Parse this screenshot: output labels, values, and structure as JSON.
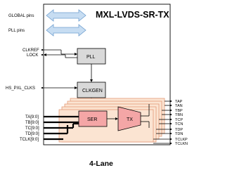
{
  "title": "MXL-LVDS-SR-TX",
  "caption": "4-Lane",
  "pins_left": {
    "global": "GLOBAL pins",
    "pll": "PLL pins",
    "clkref": "CLKREF",
    "lock": "LOCK",
    "hs_pxl_clks": "HS_PXL_CLKS"
  },
  "blocks": {
    "pll": "PLL",
    "clkgen": "CLKGEN",
    "ser": "SER",
    "tx": "TX"
  },
  "data_inputs": [
    "TA[9:0]",
    "TB[9:0]",
    "TC[9:0]",
    "TD[9:0]",
    "TCLK[9:0]"
  ],
  "outputs": [
    "TAP",
    "TAN",
    "TBP",
    "TBN",
    "TCP",
    "TCN",
    "TDP",
    "TDN",
    "TCLKP",
    "TCLKN"
  ],
  "colors": {
    "arrow_fill": "#c7ddf2",
    "arrow_stroke": "#6f9fcf",
    "block_gray": "#d9d9d9",
    "lane_fill": "#fbe4d2",
    "ser_fill": "#f4a6a6",
    "tx_fill": "#f4a6a6",
    "lane_border": "#e0906a"
  }
}
